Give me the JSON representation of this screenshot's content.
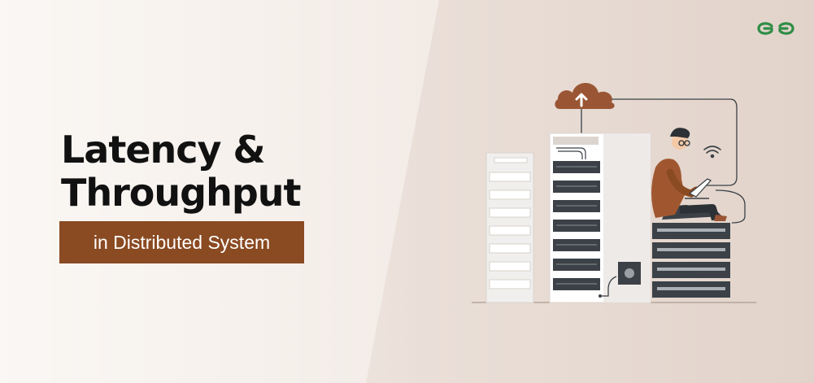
{
  "banner": {
    "title_line1": "Latency &",
    "title_line2": "Throughput",
    "subtitle": "in Distributed System"
  },
  "colors": {
    "background_left": "#fbf8f6",
    "background_right": "#e2d3ca",
    "accent_box": "#8a4a22",
    "cloud": "#9a5634",
    "server_dark": "#3b4147",
    "logo_green": "#2f8d46"
  },
  "icons": [
    "gfg-logo-icon",
    "cloud-upload-icon",
    "wifi-icon",
    "server-rack-icon",
    "person-laptop-icon"
  ]
}
